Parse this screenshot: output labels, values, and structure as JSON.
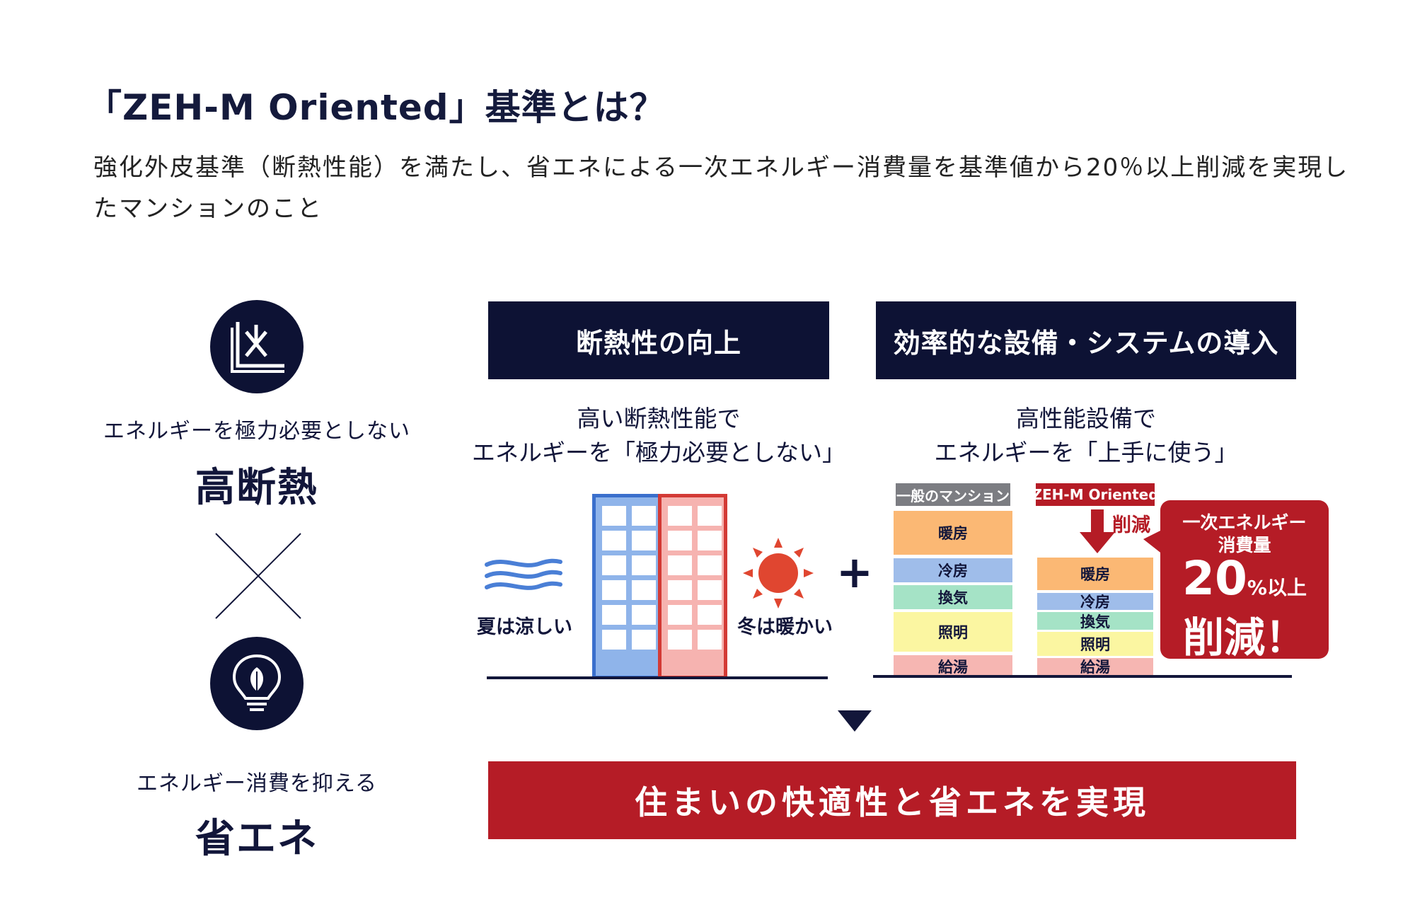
{
  "header": {
    "title": "「ZEH-M Oriented」基準とは？",
    "description": "強化外皮基準（断熱性能）を満たし、省エネによる一次エネルギー消費量を基準値から20％以上削減を実現したマンションのこと"
  },
  "left": {
    "insulation": {
      "icon": "insulation-icon",
      "subtitle": "エネルギーを極力必要としない",
      "title": "高断熱"
    },
    "cross_icon": "cross-icon",
    "saving": {
      "icon": "lightbulb-leaf-icon",
      "subtitle": "エネルギー消費を抑える",
      "title": "省エネ"
    }
  },
  "panel_insulation": {
    "heading": "断熱性の向上",
    "caption_line1": "高い断熱性能で",
    "caption_line2": "エネルギーを「極力必要としない」",
    "summer_label": "夏は涼しい",
    "winter_label": "冬は暖かい",
    "wind_icon": "wind-icon",
    "sun_icon": "sun-icon"
  },
  "plus_sign": "+",
  "panel_equipment": {
    "heading": "効率的な設備・システムの導入",
    "caption_line1": "高性能設備で",
    "caption_line2": "エネルギーを「上手に使う」",
    "general_label": "一般のマンション",
    "zeh_label": "ZEH-M Oriented",
    "reduction_label": "削減",
    "segments": [
      "暖房",
      "冷房",
      "換気",
      "照明",
      "給湯"
    ]
  },
  "callout": {
    "line1": "一次エネルギー",
    "line2": "消費量",
    "big_number": "20",
    "suffix": "%以上",
    "line4": "削減！"
  },
  "result_arrow_icon": "triangle-down-icon",
  "result": "住まいの快適性と省エネを実現",
  "colors": {
    "navy": "#0d1234",
    "red": "#b51c26",
    "heating": "#fbb874",
    "cooling": "#9fbdea",
    "ventilation": "#a5e3c6",
    "lighting": "#fbf6a1",
    "hot_water": "#f6b6b2"
  }
}
